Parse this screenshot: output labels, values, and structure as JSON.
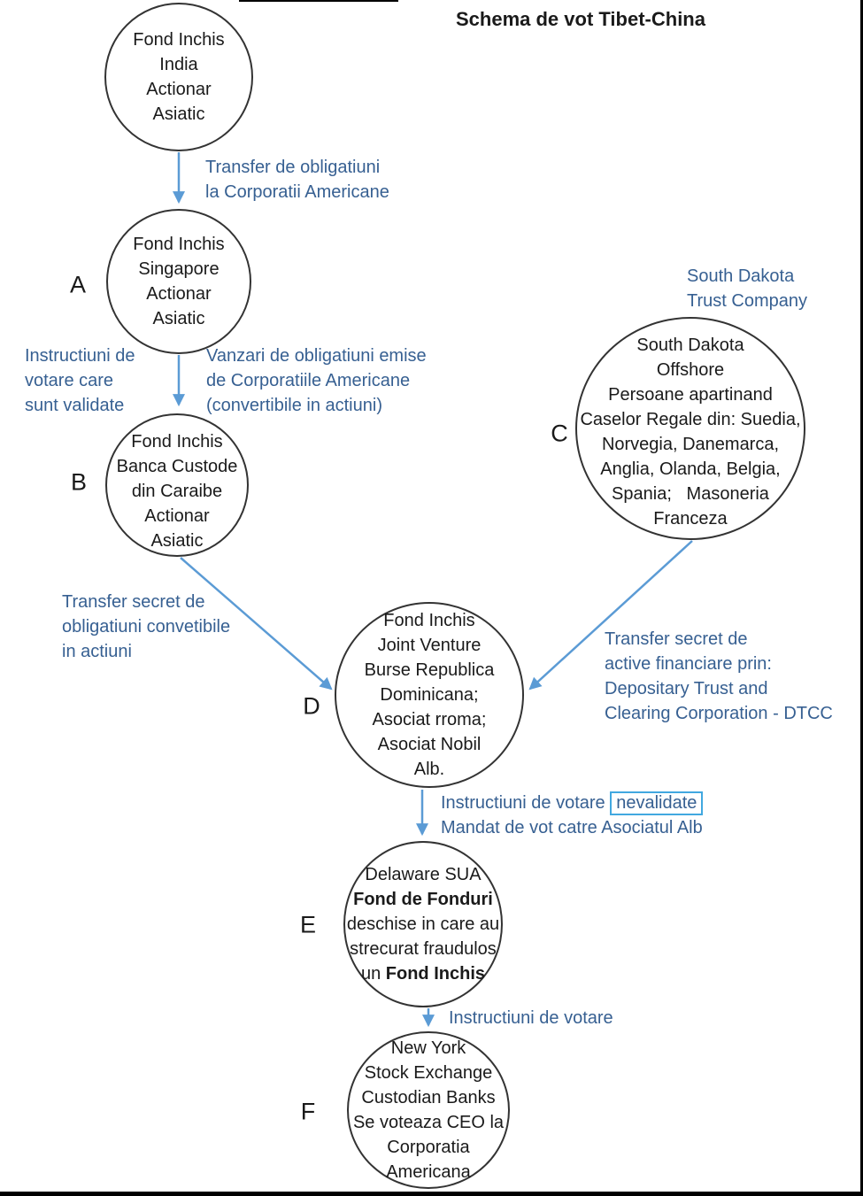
{
  "title": "Schema de vot Tibet-China",
  "colors": {
    "label_blue": "#376092",
    "arrow_blue": "#5b9bd5",
    "box_border_blue": "#41a8e0",
    "circle_stroke": "#333333"
  },
  "nodes": {
    "india": {
      "text": "Fond Inchis\nIndia\nActionar\nAsiatic"
    },
    "singapore": {
      "letter": "A",
      "text": "Fond Inchis\nSingapore\nActionar\nAsiatic"
    },
    "caraibe": {
      "letter": "B",
      "text": "Fond Inchis\nBanca Custode\ndin Caraibe\nActionar\nAsiatic"
    },
    "south_dakota": {
      "letter": "C",
      "caption": "South Dakota\nTrust Company",
      "text": "South Dakota\nOffshore\nPersoane apartinand\nCaselor Regale din: Suedia,\nNorvegia, Danemarca,\nAnglia, Olanda, Belgia,\nSpania;   Masoneria\nFranceza"
    },
    "joint_venture": {
      "letter": "D",
      "text": "Fond Inchis\nJoint Venture\nBurse Republica\nDominicana;\nAsociat rroma;\nAsociat Nobil\nAlb."
    },
    "delaware": {
      "letter": "E",
      "line1": "Delaware SUA",
      "line2": "Fond de Fonduri",
      "line3": "deschise in care au",
      "line4": "strecurat fraudulos",
      "line5_normal": "un ",
      "line5_bold": "Fond Inchis"
    },
    "nyse": {
      "letter": "F",
      "text": "New York\nStock Exchange\nCustodian Banks\nSe voteaza CEO la\nCorporatia\nAmericana"
    }
  },
  "edges": {
    "india_singapore": {
      "label": "Transfer de obligatiuni\nla Corporatii Americane"
    },
    "singapore_caraibe_left": {
      "label": "Instructiuni de\nvotare care\nsunt validate"
    },
    "singapore_caraibe_right": {
      "label": "Vanzari de obligatiuni emise\nde Corporatiile Americane\n(convertibile in actiuni)"
    },
    "caraibe_joint": {
      "label": "Transfer secret de\nobligatiuni convetibile\nin actiuni"
    },
    "dakota_joint": {
      "label": "Transfer secret de\nactive financiare prin:\nDepositary Trust and\nClearing Corporation - DTCC"
    },
    "joint_delaware": {
      "prefix": "Instructiuni de votare ",
      "boxed": "nevalidate",
      "line2": "Mandat de vot catre Asociatul Alb"
    },
    "delaware_nyse": {
      "label": "Instructiuni de votare"
    }
  }
}
